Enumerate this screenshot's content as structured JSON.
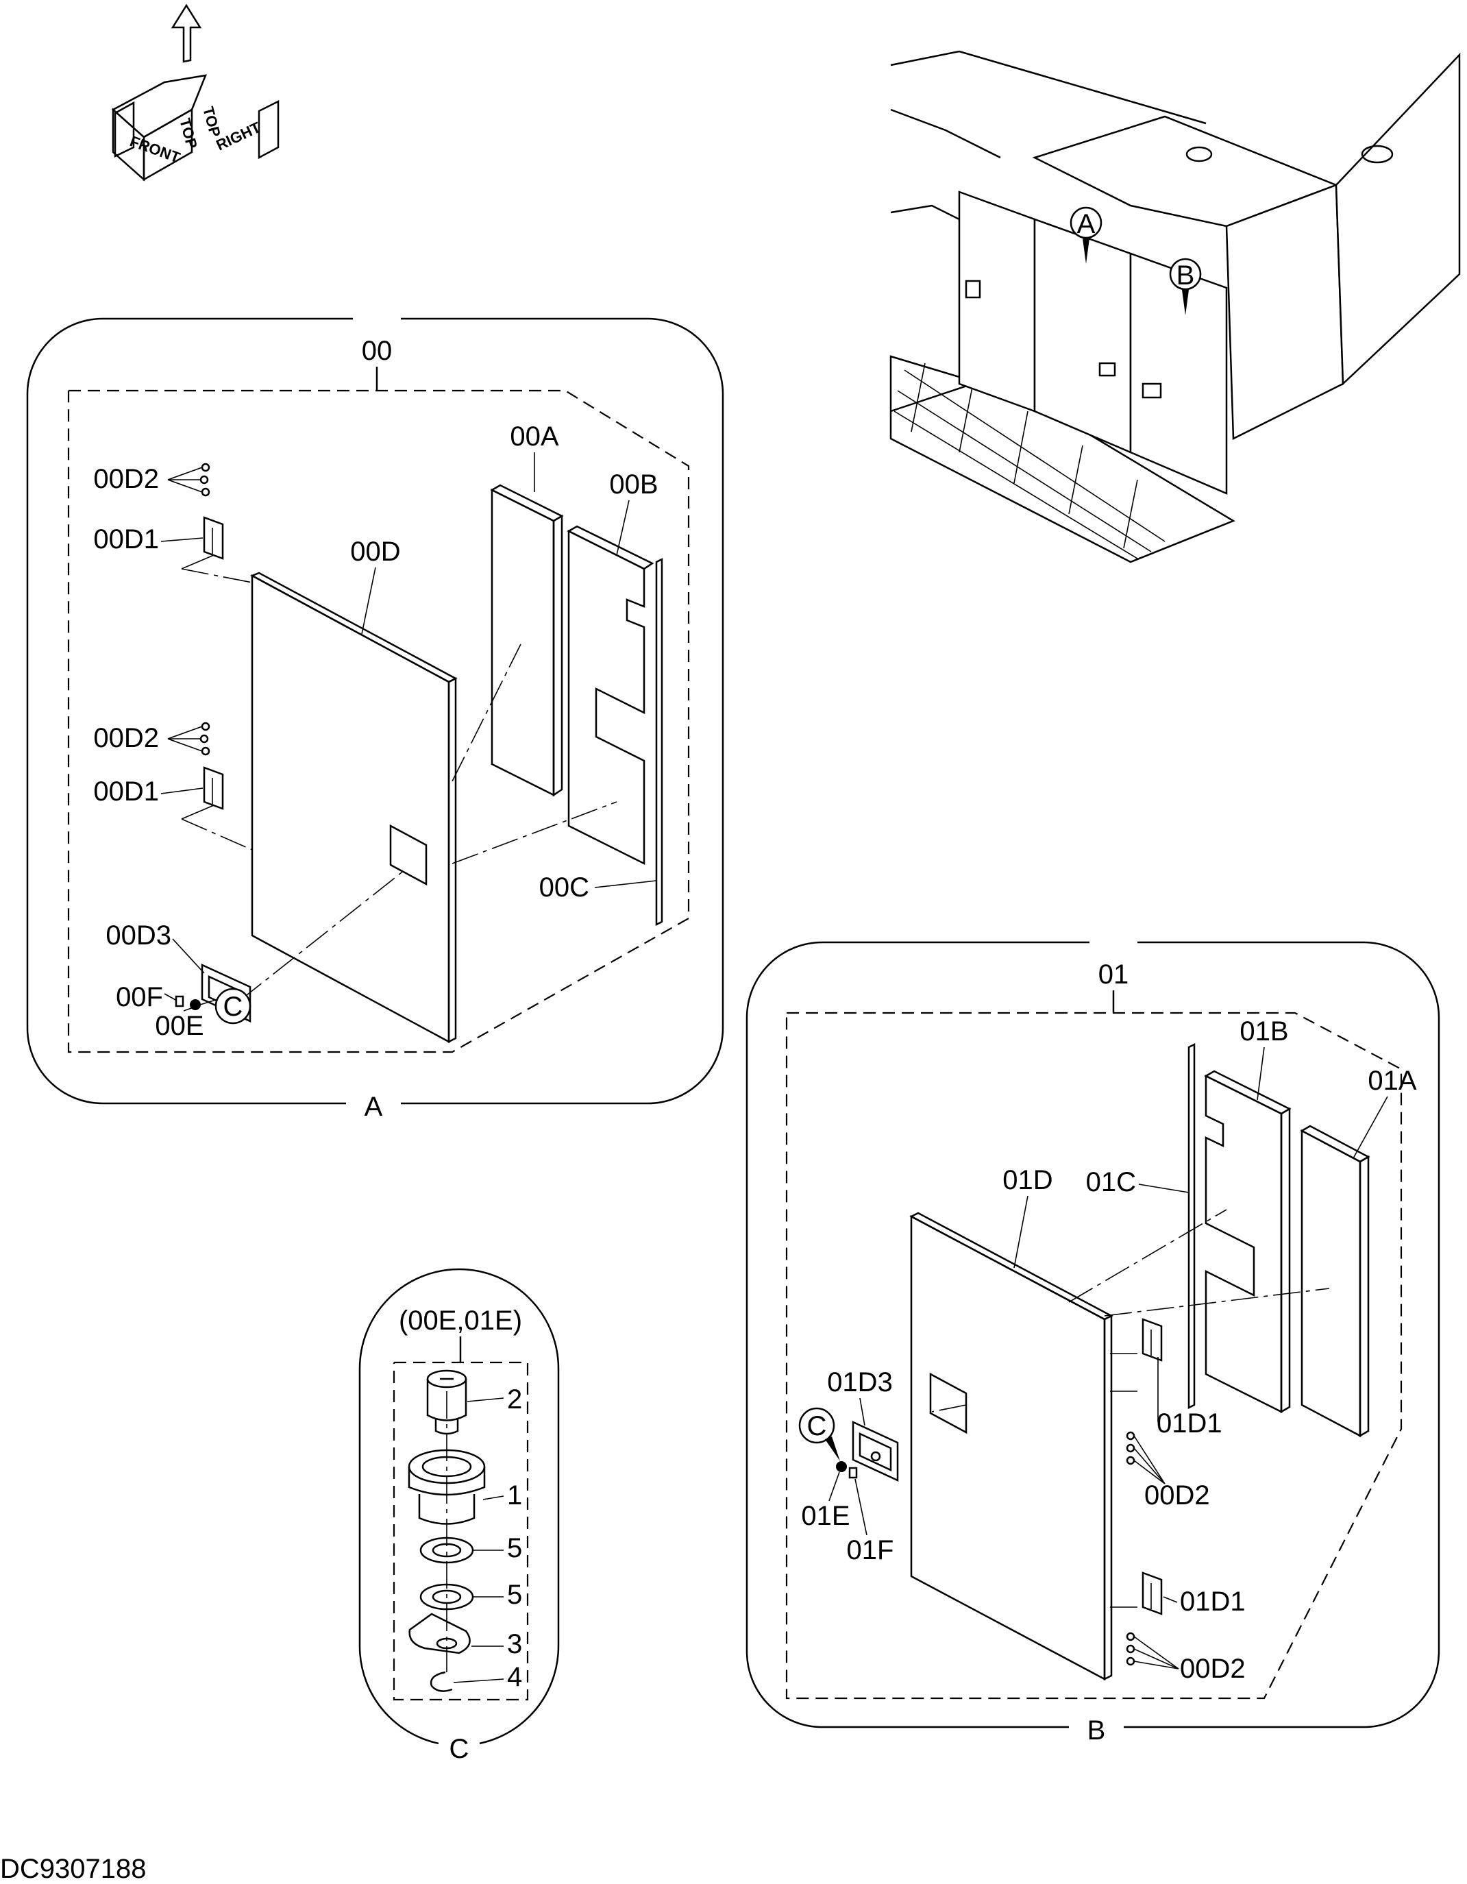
{
  "orientation": {
    "front": "FRONT",
    "top": "TOP",
    "right": "RIGHT"
  },
  "view_a": {
    "group": "00",
    "callout": "A",
    "parts": {
      "a": "00A",
      "b": "00B",
      "c": "00C",
      "d": "00D",
      "d1": "00D1",
      "d2": "00D2",
      "d3": "00D3",
      "e": "00E",
      "f": "00F"
    },
    "detail_ref": "C"
  },
  "view_b": {
    "group": "01",
    "callout": "B",
    "parts": {
      "a": "01A",
      "b": "01B",
      "c": "01C",
      "d": "01D",
      "d1": "01D1",
      "d2": "00D2",
      "d3": "01D3",
      "e": "01E",
      "f": "01F"
    },
    "detail_ref": "C"
  },
  "overview": {
    "marker_a": "A",
    "marker_b": "B"
  },
  "detail_c": {
    "header": "(00E,01E)",
    "callout": "C",
    "items": [
      "2",
      "1",
      "5",
      "5",
      "3",
      "4"
    ]
  },
  "drawing_number": "DC9307188"
}
